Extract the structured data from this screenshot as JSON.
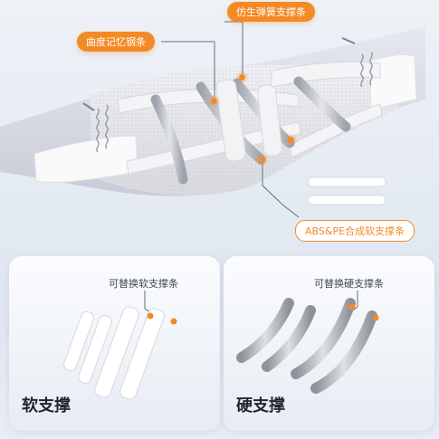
{
  "callouts": {
    "spring": "仿生弹簧支撑条",
    "memory_steel": "曲度记忆钢条",
    "abs_pe": "ABS&PE合成软支撑条"
  },
  "panels": {
    "soft": {
      "subtitle": "可替换软支撑条",
      "title": "软支撑"
    },
    "hard": {
      "subtitle": "可替换硬支撑条",
      "title": "硬支撑"
    }
  },
  "colors": {
    "accent": "#f38a28",
    "belt": "#d8dbe6",
    "metal": "#b9bcc3"
  }
}
